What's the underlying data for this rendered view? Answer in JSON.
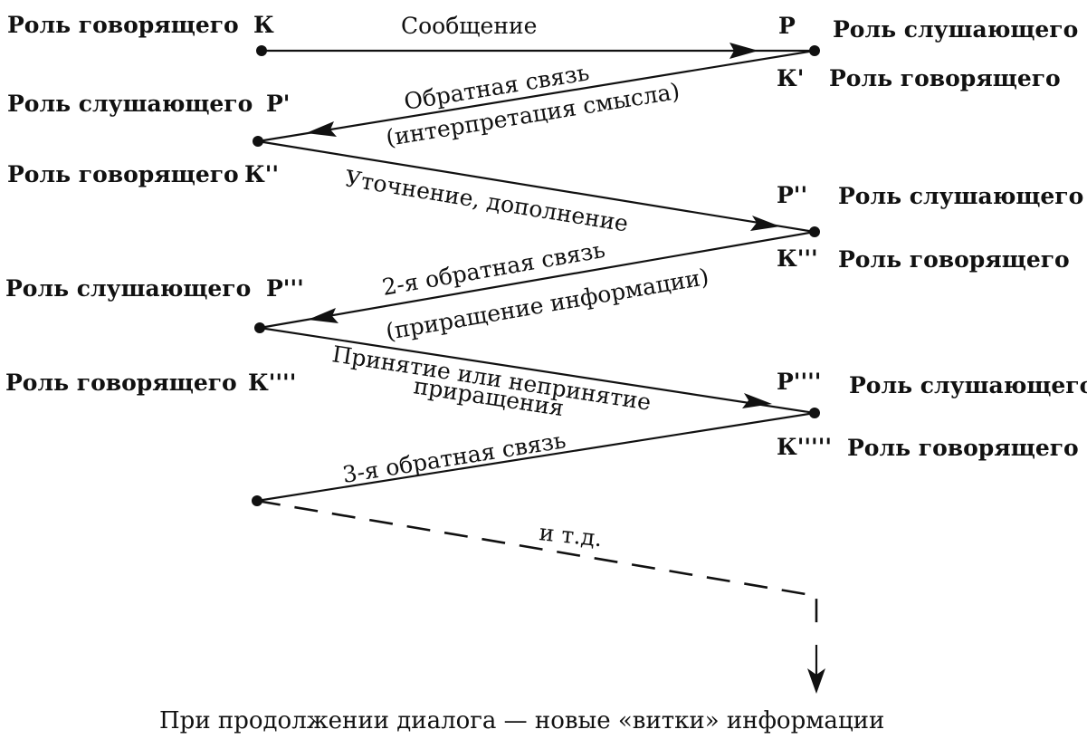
{
  "roles": {
    "speaker_k": "Роль говорящего",
    "listener_p": "Роль слушающего",
    "speaker_k1": "Роль говорящего",
    "listener_p1": "Роль слушающего",
    "speaker_k2": "Роль говорящего",
    "listener_p2": "Роль слушающего",
    "speaker_k3": "Роль говорящего",
    "listener_p3": "Роль слушающего",
    "speaker_k4": "Роль говорящего",
    "listener_p4": "Роль слушающего",
    "speaker_k5": "Роль говорящего"
  },
  "labels": {
    "k": "К",
    "p": "Р",
    "k1": "К'",
    "p1": "Р'",
    "k2": "К''",
    "p2": "Р''",
    "k3": "К'''",
    "p3": "Р'''",
    "k4": "К''''",
    "p4": "Р''''",
    "k5": "К'''''"
  },
  "messages": {
    "message": "Сообщение",
    "feedback": "Обратная связь",
    "feedback_note": "(интерпретация смысла)",
    "clarification": "Уточнение, дополнение",
    "feedback2": "2-я обратная связь",
    "feedback2_note": "(приращение информации)",
    "acceptance_line1": "Принятие или непринятие",
    "acceptance_line2": "приращения",
    "feedback3": "3-я обратная связь",
    "etc": "и т.д."
  },
  "footer": "При продолжении диалога — новые «витки» информации"
}
